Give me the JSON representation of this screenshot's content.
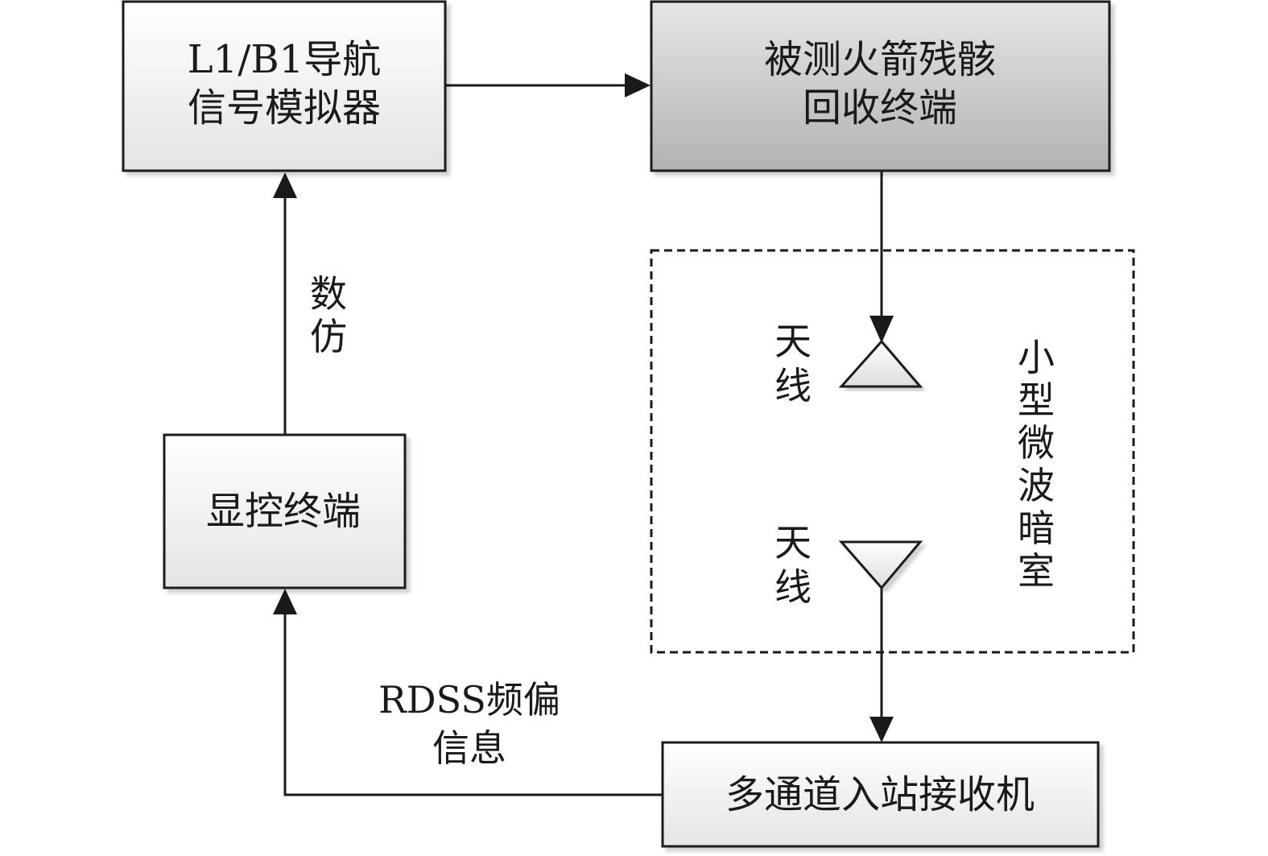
{
  "nodes": {
    "simulator": {
      "line1": "L1/B1导航",
      "line2": "信号模拟器"
    },
    "rocket_terminal": {
      "line1": "被测火箭残骸",
      "line2": "回收终端"
    },
    "display_terminal": {
      "label": "显控终端"
    },
    "receiver": {
      "label": "多通道入站接收机"
    },
    "antenna_top": {
      "char1": "天",
      "char2": "线"
    },
    "antenna_bottom": {
      "char1": "天",
      "char2": "线"
    },
    "anechoic_chamber": {
      "chars": [
        "小",
        "型",
        "微",
        "波",
        "暗",
        "室"
      ]
    }
  },
  "edges": {
    "digital_sim": {
      "char1": "数",
      "char2": "仿"
    },
    "rdss_info": {
      "line1": "RDSS频偏",
      "line2": "信息"
    }
  },
  "colors": {
    "light_box_top": "#ffffff",
    "light_box_bottom": "#e4e4e4",
    "dark_box_top": "#e6e6e6",
    "dark_box_bottom": "#b2b2b2",
    "stroke": "#1a1a1a"
  }
}
